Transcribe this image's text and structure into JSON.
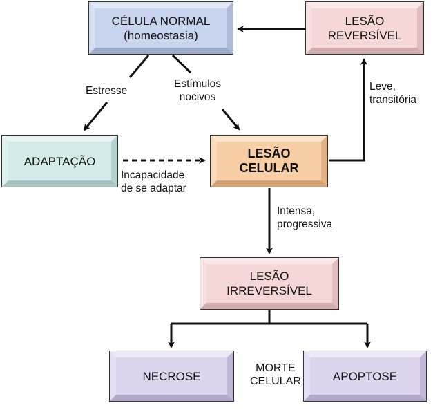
{
  "nodes": {
    "normal": "CÉLULA NORMAL\n(homeostasia)",
    "reversible": "LESÃO\nREVERSÍVEL",
    "adaptation": "ADAPTAÇÃO",
    "injury": "LESÃO\nCELULAR",
    "irreversible": "LESÃO\nIRREVERSÍVEL",
    "necrosis": "NECROSE",
    "apoptosis": "APOPTOSE"
  },
  "labels": {
    "stress": "Estresse",
    "noxious": "Estímulos\nnocivos",
    "mild": "Leve,\ntransitória",
    "failure": "Incapacidade\nde se adaptar",
    "severe": "Intensa,\nprogressiva",
    "death": "MORTE\nCELULAR"
  }
}
